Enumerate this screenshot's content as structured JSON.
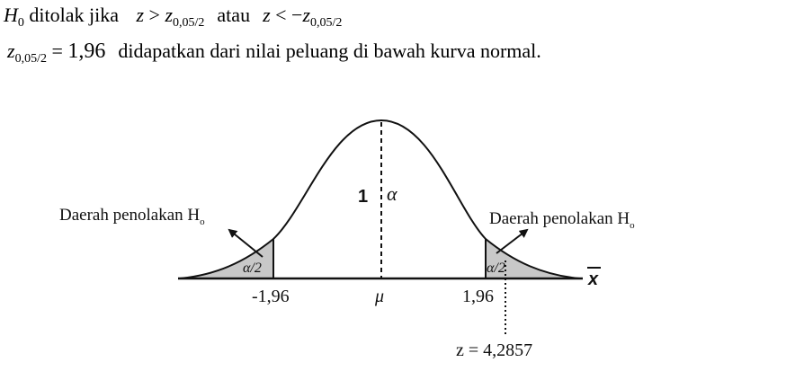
{
  "text": {
    "line1": {
      "h0": "H",
      "h0_sub": "0",
      "ditolak": " ditolak jika ",
      "cond1_z": "z",
      "cond1_op": " > ",
      "cond1_z2": "z",
      "cond1_sub": "0,05/2",
      "atau": "atau",
      "cond2_z": "z",
      "cond2_op": " < −",
      "cond2_z2": "z",
      "cond2_sub": "0,05/2"
    },
    "line2": {
      "z": "z",
      "z_sub": "0,05/2",
      "eq": " = ",
      "value": "1,96",
      "desc": "didapatkan dari nilai peluang di bawah kurva normal."
    }
  },
  "diagram": {
    "left_region_label": "Daerah penolakan H",
    "left_region_sub": "o",
    "right_region_label": "Daerah penolakan H",
    "right_region_sub": "o",
    "center_label_one": "1",
    "center_label_alpha": "α",
    "left_tail_label": "α/2",
    "right_tail_label": "α/2",
    "axis_var": "x",
    "tick_left": "-1,96",
    "tick_mu": "μ",
    "tick_right": "1,96",
    "z_value": "z = 4,2857",
    "colors": {
      "curve": "#111111",
      "tail_fill": "#c8c8c8"
    }
  }
}
